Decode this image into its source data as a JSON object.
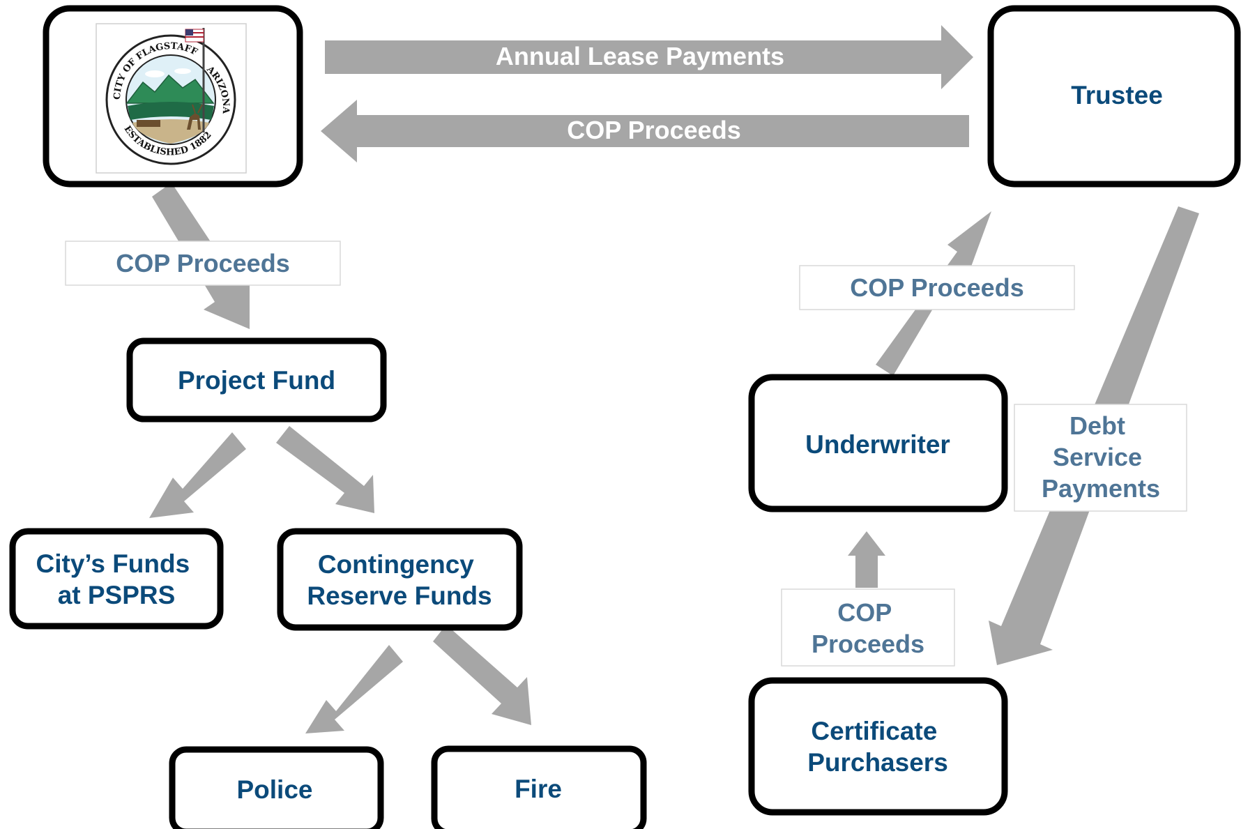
{
  "colors": {
    "node_text": "#0b4a7a",
    "label_text": "#4f7596",
    "arrow_fill": "#a6a6a6",
    "node_border": "#000000",
    "label_border": "#d9d9d9"
  },
  "nodes": {
    "city": {
      "icon": "city-of-flagstaff-seal"
    },
    "trustee": {
      "lines": [
        "Trustee"
      ]
    },
    "project_fund": {
      "lines": [
        "Project Fund"
      ]
    },
    "underwriter": {
      "lines": [
        "Underwriter"
      ]
    },
    "citys_funds": {
      "lines": [
        "City’s Funds",
        "at PSPRS"
      ]
    },
    "contingency": {
      "lines": [
        "Contingency",
        "Reserve Funds"
      ]
    },
    "police": {
      "lines": [
        "Police"
      ]
    },
    "fire": {
      "lines": [
        "Fire"
      ]
    },
    "certificate_purchasers": {
      "lines": [
        "Certificate",
        "Purchasers"
      ]
    }
  },
  "seal": {
    "top_text": "CITY OF FLAGSTAFF",
    "right_text": "ARIZONA",
    "bottom_text": "ESTABLISHED 1882"
  },
  "arrow_labels": {
    "annual_lease_payments": "Annual Lease Payments",
    "cop_proceeds_to_city": "COP Proceeds"
  },
  "edge_labels": {
    "city_to_project": {
      "lines": [
        "COP Proceeds"
      ]
    },
    "underwriter_to_trustee": {
      "lines": [
        "COP Proceeds"
      ]
    },
    "debt_service": {
      "lines": [
        "Debt",
        "Service",
        "Payments"
      ]
    },
    "purchasers_to_underwriter": {
      "lines": [
        "COP",
        "Proceeds"
      ]
    }
  }
}
